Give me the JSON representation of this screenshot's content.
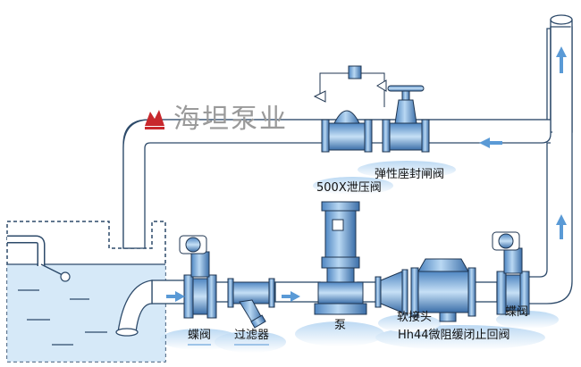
{
  "watermark": {
    "text": "海坦泵业"
  },
  "labels": {
    "relief_valve": "500X泄压阀",
    "gate_valve": "弹性座封闸阀",
    "butterfly_left": "蝶阀",
    "strainer": "过滤器",
    "pump": "泵",
    "flex_joint": "软接头",
    "check_valve": "Hh44微阻缓闭止回阀",
    "butterfly_right": "蝶阀"
  },
  "colors": {
    "pipe_fill": "#ffffff",
    "pipe_stroke": "#2d4a6a",
    "equipment_blue": "#7fb3e6",
    "equipment_dark": "#1f3550",
    "water": "#cfe5f7",
    "arrow": "#5a9ad6",
    "watermark": "#9a9a9a",
    "logo_red": "#c8282d"
  }
}
